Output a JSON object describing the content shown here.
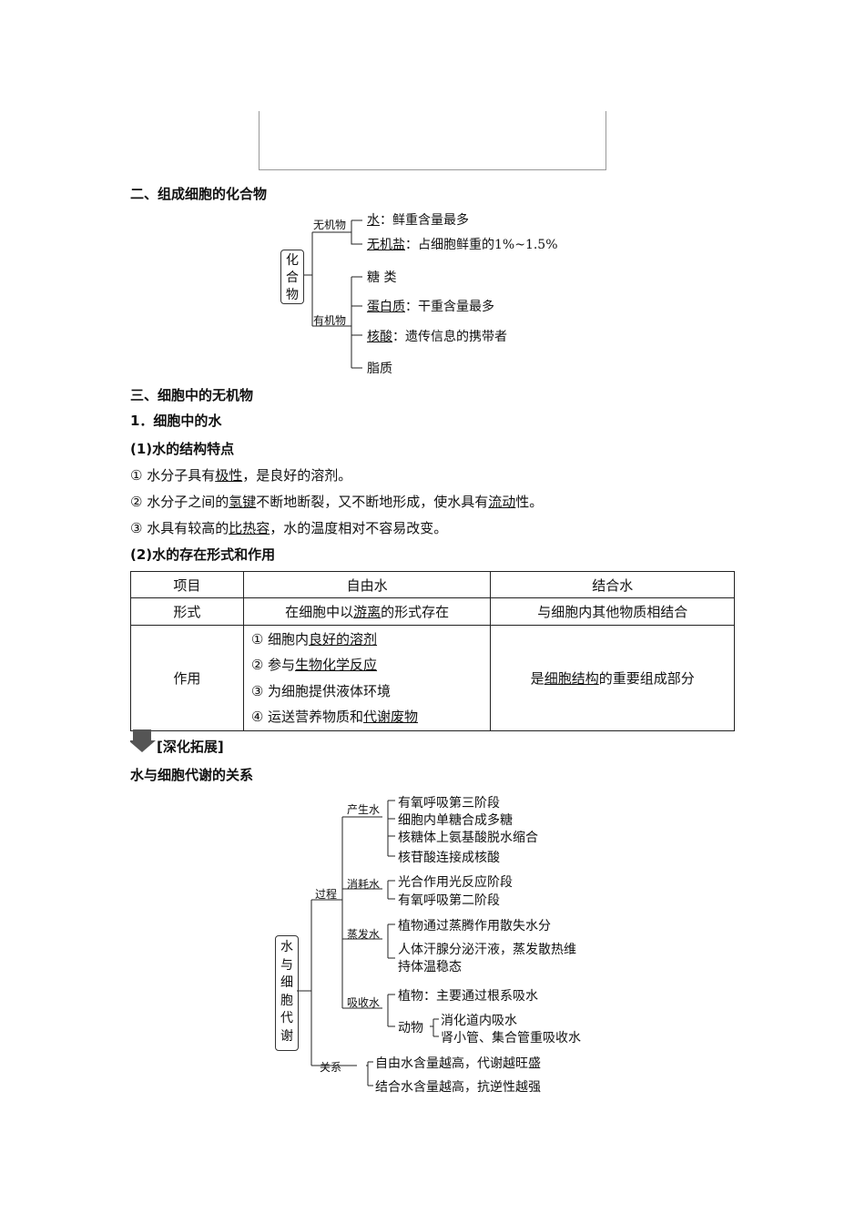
{
  "section2": {
    "title": "二、组成细胞的化合物"
  },
  "compound": {
    "root_chars": [
      "化",
      "合",
      "物"
    ],
    "inorganic_label": "无机物",
    "organic_label": "有机物",
    "water_term": "水",
    "water_desc": "：鲜重含量最多",
    "salt_term": "无机盐",
    "salt_desc": "：占细胞鲜重的1%~1.5%",
    "sugar": "糖 类",
    "protein_term": "蛋白质",
    "protein_desc": "：干重含量最多",
    "nucleic_term": "核酸",
    "nucleic_desc": "：遗传信息的携带者",
    "lipid": "脂质"
  },
  "section3": {
    "title": "三、细胞中的无机物",
    "sub1": "1．细胞中的水",
    "sub1a": "(1)水的结构特点",
    "item1": {
      "pre": "① 水分子具有",
      "term": "极性",
      "post": "，是良好的溶剂。"
    },
    "item2": {
      "pre": "② 水分子之间的",
      "term1": "氢键",
      "mid": "不断地断裂，又不断地形成，使水具有",
      "term2": "流动",
      "post": "性。"
    },
    "item3": {
      "pre": "③ 水具有较高的",
      "term": "比热容",
      "post": "，水的温度相对不容易改变。"
    },
    "sub1b": "(2)水的存在形式和作用"
  },
  "table": {
    "headers": [
      "项目",
      "自由水",
      "结合水"
    ],
    "row_form": {
      "label": "形式",
      "free_pre": "在细胞中以",
      "free_term": "游离",
      "free_post": "的形式存在",
      "bound": "与细胞内其他物质相结合"
    },
    "row_role": {
      "label": "作用",
      "f1_pre": "① 细胞内",
      "f1_term": "良好的溶剂",
      "f2_pre": "② 参与",
      "f2_term": "生物化学反应",
      "f3": "③ 为细胞提供液体环境",
      "f4_pre": "④ 运送营养物质和",
      "f4_term": "代谢废物",
      "bound_pre": "是",
      "bound_term": "细胞结构",
      "bound_post": "的重要组成部分"
    }
  },
  "expand": {
    "label": "[深化拓展]",
    "title": "水与细胞代谢的关系"
  },
  "metabolism": {
    "root_chars": [
      "水",
      "与",
      "细",
      "胞",
      "代",
      "谢"
    ],
    "process": "过程",
    "relation": "关系",
    "produce": "产生水",
    "produce_items": [
      "有氧呼吸第三阶段",
      "细胞内单糖合成多糖",
      "核糖体上氨基酸脱水缩合",
      "核苷酸连接成核酸"
    ],
    "consume": "消耗水",
    "consume_items": [
      "光合作用光反应阶段",
      "有氧呼吸第二阶段"
    ],
    "evaporate": "蒸发水",
    "evaporate_items": [
      "植物通过蒸腾作用散失水分",
      "人体汗腺分泌汗液，蒸发散热维",
      "持体温稳态"
    ],
    "absorb": "吸收水",
    "absorb_plant": "植物：主要通过根系吸水",
    "absorb_animal": "动物",
    "absorb_animal_items": [
      "消化道内吸水",
      "肾小管、集合管重吸收水"
    ],
    "relation_items": [
      "自由水含量越高，代谢越旺盛",
      "结合水含量越高，抗逆性越强"
    ]
  }
}
